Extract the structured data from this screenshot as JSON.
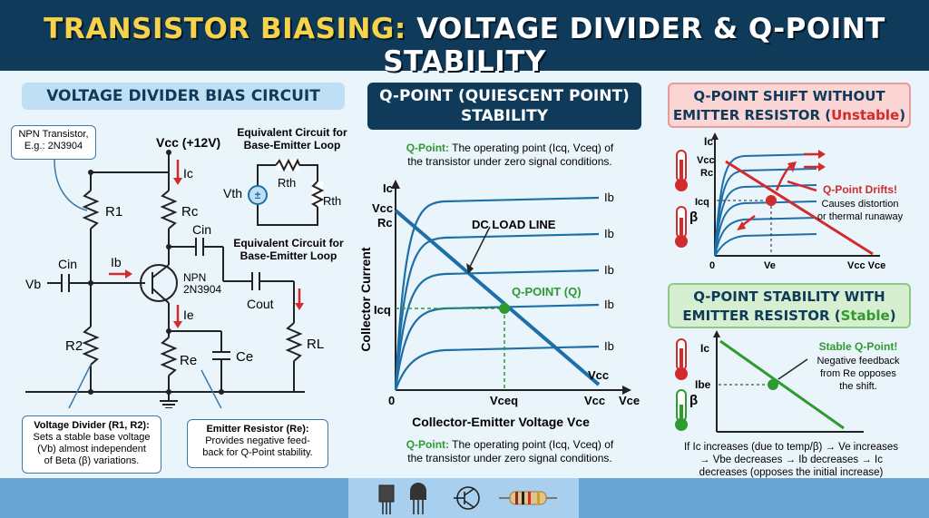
{
  "header": {
    "title_accent": "TRANSISTOR BIASING:",
    "title_rest": " VOLTAGE DIVIDER & Q-POINT STABILITY"
  },
  "left": {
    "heading": "VOLTAGE DIVIDER BIAS CIRCUIT",
    "npn_label_1": "NPN Transistor,",
    "npn_label_2": "E.g.: 2N3904",
    "vcc": "Vcc (+12V)",
    "eq_title_1": "Equivalent Circuit for",
    "eq_title_2": "Base-Emitter Loop",
    "eq2_title_1": "Equivalent Circuit for",
    "eq2_title_2": "Base-Emitter Loop",
    "labels": {
      "r1": "R1",
      "r2": "R2",
      "rc": "Rc",
      "re": "Re",
      "rl": "RL",
      "ce": "Ce",
      "cin": "Cin",
      "cin2": "Cin",
      "cout": "Cout",
      "vb": "Vb",
      "ib": "Ib",
      "ic": "Ic",
      "ie": "Ie",
      "vth": "Vth",
      "rth": "Rth",
      "rth2": "Rth",
      "npn": "NPN",
      "part": "2N3904"
    },
    "vd_box": [
      "Voltage Divider (R1, R2):",
      "Sets a stable base voltage",
      "(Vb) almost independent",
      "of Beta (β) variations."
    ],
    "er_box": [
      "Emitter Resistor (Re):",
      "Provides negative feed-",
      "back for Q-Point stability."
    ]
  },
  "middle": {
    "heading_1": "Q-POINT (QUIESCENT POINT)",
    "heading_2": "STABILITY",
    "def_top_bold": "Q-Point:",
    "def_top_1": " The operating point (Icq, Vceq) of",
    "def_top_2": "the transistor under zero signal conditions.",
    "def_bot_bold": "Q-Point:",
    "def_bot_1": " The operating point (Icq, Vceq) of",
    "def_bot_2": "the transistor under zero signal conditions.",
    "chart_labels": {
      "ic": "Ic",
      "vcc_r": "Vcc",
      "rc": "Rc",
      "icq": "Icq",
      "zero": "0",
      "vceq": "Vceq",
      "vcc": "Vcc",
      "vce": "Vce",
      "vcc_end": "Vcc",
      "ib": "Ib",
      "load_line": "DC LOAD LINE",
      "qpoint": "Q-POINT (Q)",
      "ylabel": "Collector Current",
      "xlabel": "Collector-Emitter Voltage Vce"
    }
  },
  "right_top": {
    "heading_1": "Q-POINT SHIFT WITHOUT",
    "heading_2a": "EMITTER RESISTOR (",
    "heading_2b": "Unstable",
    "heading_2c": ")",
    "labels": {
      "ic": "Ic",
      "vcc": "Vcc",
      "rc": "Rc",
      "icq": "Icq",
      "zero": "0",
      "ve": "Ve",
      "vce_axis": "Vcc Vce",
      "beta": "β"
    },
    "drift_title": "Q-Point Drifts!",
    "drift_1": "Causes distortion",
    "drift_2": "or thermal runaway"
  },
  "right_bottom": {
    "heading_1": "Q-POINT STABILITY WITH",
    "heading_2a": "EMITTER RESISTOR (",
    "heading_2b": "Stable",
    "heading_2c": ")",
    "labels": {
      "ic": "Ic",
      "ibe": "Ibe",
      "beta": "β"
    },
    "stable_title": "Stable Q-Point!",
    "stable_1": "Negative feedback",
    "stable_2": "from Re opposes",
    "stable_3": "the shift.",
    "feedback_1": "If Ic increases (due to temp/β) → Ve increases",
    "feedback_2": "→ Vbe decreases → Ib decreases → Ic",
    "feedback_3": "decreases (opposes the initial increase)"
  },
  "colors": {
    "header": "#0f3a5a",
    "accent": "#f6d34a",
    "blue": "#1d6fa8",
    "red": "#d22b2b",
    "green": "#2f9a2f"
  }
}
